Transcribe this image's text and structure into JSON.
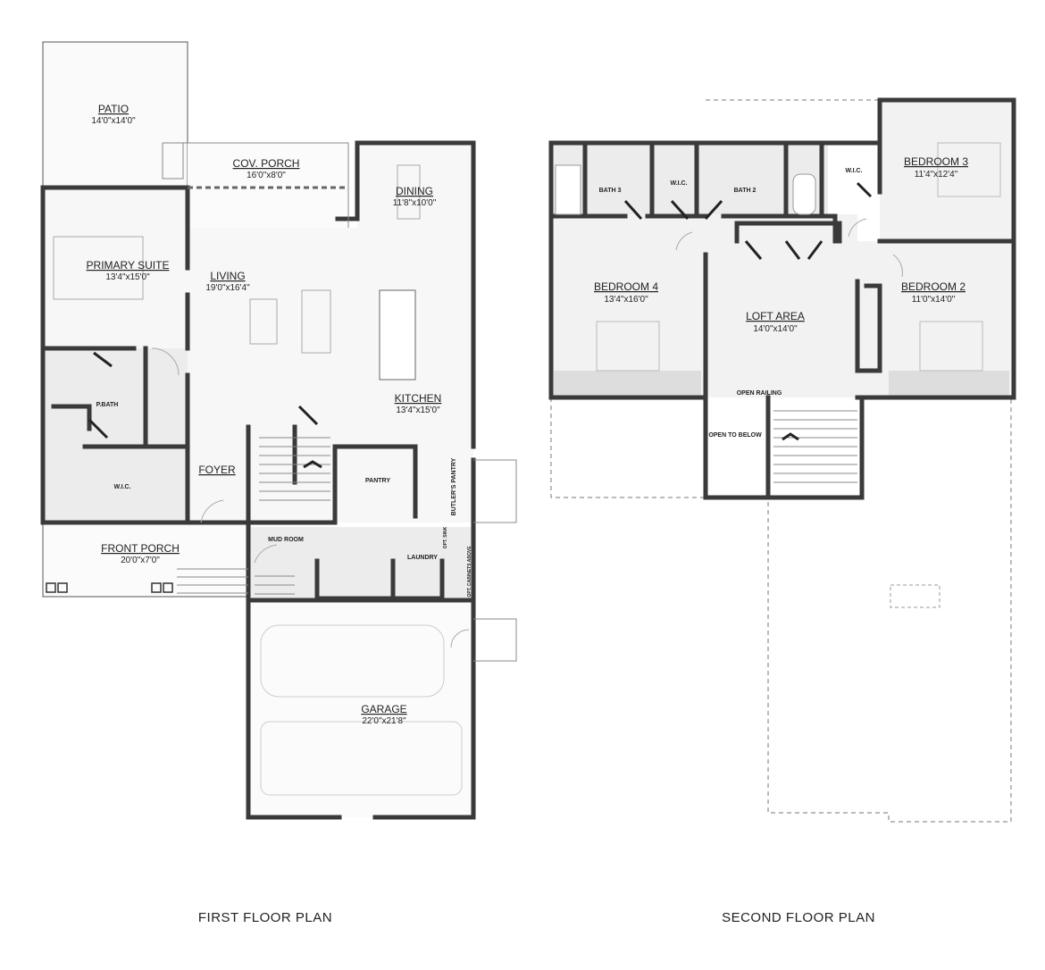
{
  "first_floor": {
    "title": "FIRST FLOOR PLAN",
    "rooms": {
      "patio": {
        "name": "PATIO",
        "size": "14'0\"x14'0\""
      },
      "cov_porch": {
        "name": "COV. PORCH",
        "size": "16'0\"x8'0\""
      },
      "dining": {
        "name": "DINING",
        "size": "11'8\"x10'0\""
      },
      "primary_suite": {
        "name": "PRIMARY SUITE",
        "size": "13'4\"x15'0\""
      },
      "living": {
        "name": "LIVING",
        "size": "19'0\"x16'4\""
      },
      "kitchen": {
        "name": "KITCHEN",
        "size": "13'4\"x15'0\""
      },
      "pbath": {
        "name": "P.BATH"
      },
      "wic": {
        "name": "W.I.C."
      },
      "foyer": {
        "name": "FOYER"
      },
      "pantry": {
        "name": "PANTRY"
      },
      "butlers_pantry": {
        "name": "BUTLER'S PANTRY"
      },
      "mud_room": {
        "name": "MUD ROOM"
      },
      "laundry": {
        "name": "LAUNDRY"
      },
      "opt_sink": {
        "name": "OPT. SINK"
      },
      "opt_cabinets": {
        "name": "OPT. CABINETS ABOVE"
      },
      "front_porch": {
        "name": "FRONT PORCH",
        "size": "20'0\"x7'0\""
      },
      "garage": {
        "name": "GARAGE",
        "size": "22'0\"x21'8\""
      }
    }
  },
  "second_floor": {
    "title": "SECOND FLOOR PLAN",
    "rooms": {
      "bath3": {
        "name": "BATH 3"
      },
      "wic_a": {
        "name": "W.I.C."
      },
      "bath2": {
        "name": "BATH 2"
      },
      "wic_b": {
        "name": "W.I.C."
      },
      "bedroom3": {
        "name": "BEDROOM 3",
        "size": "11'4\"x12'4\""
      },
      "bedroom4": {
        "name": "BEDROOM 4",
        "size": "13'4\"x16'0\""
      },
      "loft": {
        "name": "LOFT AREA",
        "size": "14'0\"x14'0\""
      },
      "bedroom2": {
        "name": "BEDROOM 2",
        "size": "11'0\"x14'0\""
      },
      "open_railing": {
        "name": "OPEN RAILING"
      },
      "open_to_below": {
        "name": "OPEN TO BELOW"
      }
    }
  }
}
